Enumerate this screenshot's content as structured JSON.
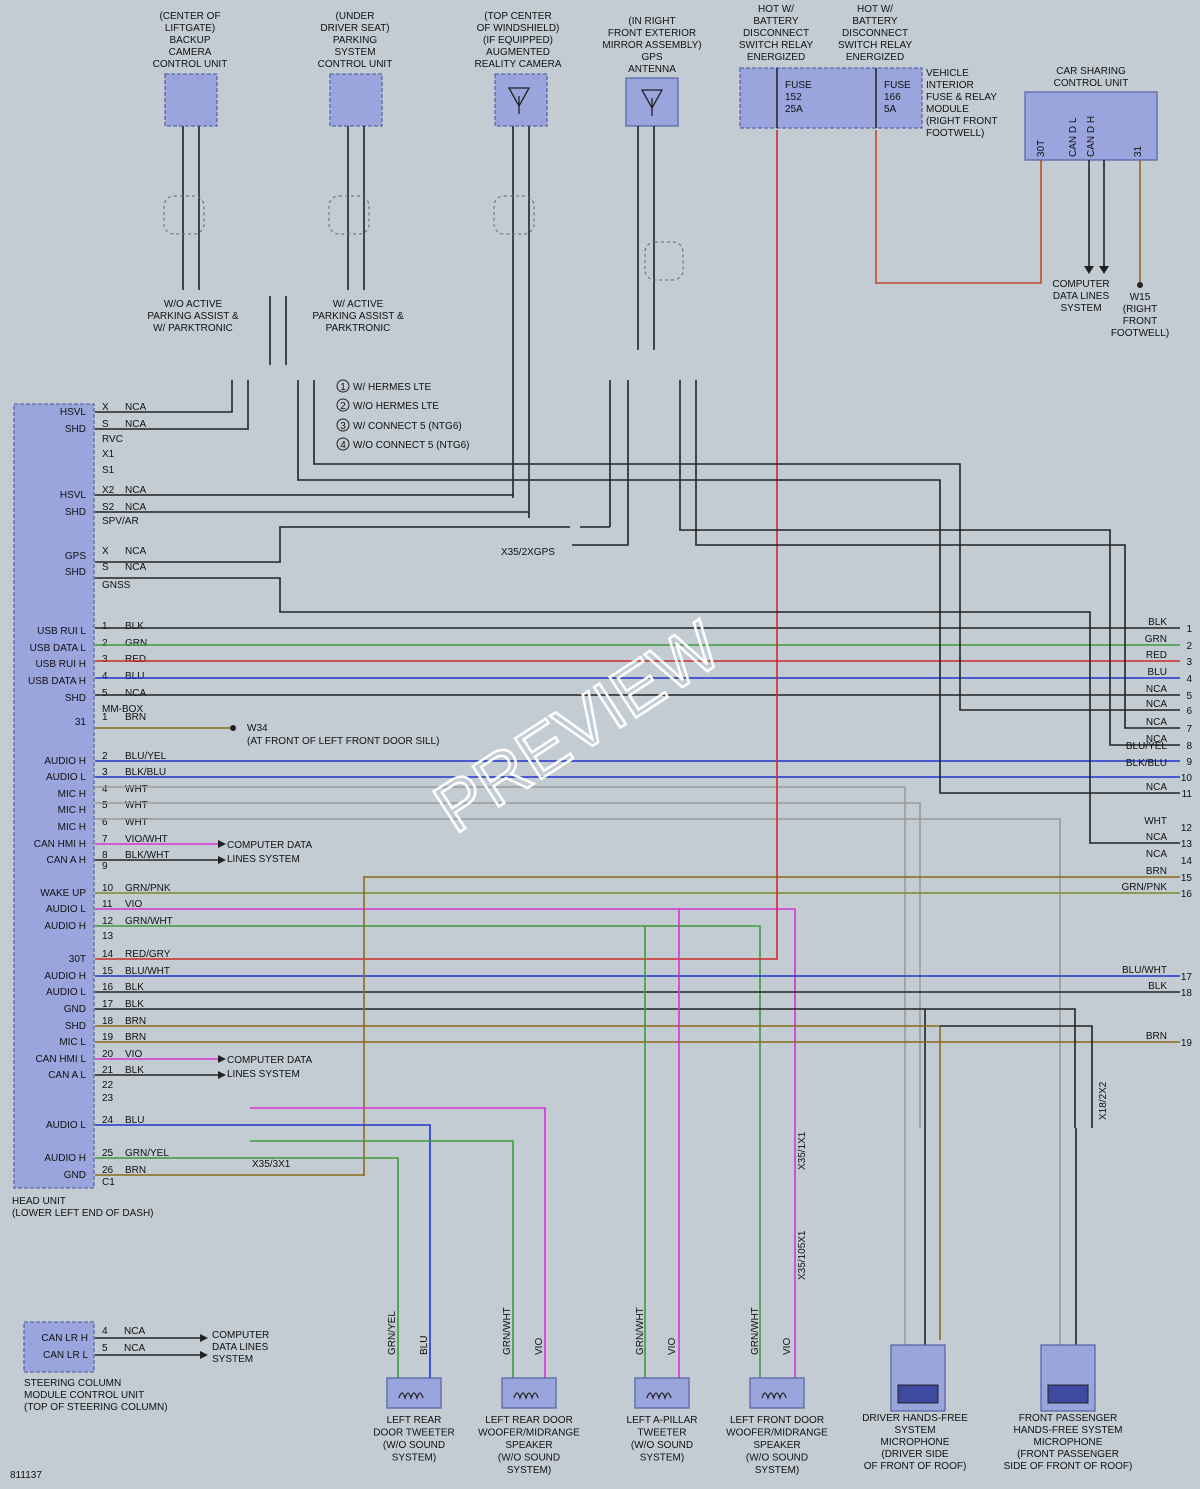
{
  "diagram_id": "811137",
  "watermark": "PREVIEW",
  "legend": [
    {
      "num": "1",
      "text": "W/ HERMES LTE"
    },
    {
      "num": "2",
      "text": "W/O HERMES LTE"
    },
    {
      "num": "3",
      "text": "W/ CONNECT 5 (NTG6)"
    },
    {
      "num": "4",
      "text": "W/O CONNECT 5 (NTG6)"
    }
  ],
  "top_components": {
    "backup_camera": [
      "(CENTER OF",
      "LIFTGATE)",
      "BACKUP",
      "CAMERA",
      "CONTROL UNIT"
    ],
    "parking": [
      "(UNDER",
      "DRIVER SEAT)",
      "PARKING",
      "SYSTEM",
      "CONTROL UNIT"
    ],
    "ar_camera": [
      "(TOP CENTER",
      "OF WINDSHIELD)",
      "(IF EQUIPPED)",
      "AUGMENTED",
      "REALITY CAMERA"
    ],
    "gps": [
      "(IN RIGHT",
      "FRONT EXTERIOR",
      "MIRROR ASSEMBLY)",
      "GPS",
      "ANTENNA"
    ],
    "hot1": [
      "HOT W/",
      "BATTERY",
      "DISCONNECT",
      "SWITCH RELAY",
      "ENERGIZED"
    ],
    "hot2": [
      "HOT W/",
      "BATTERY",
      "DISCONNECT",
      "SWITCH RELAY",
      "ENERGIZED"
    ],
    "fuse_module": [
      "VEHICLE",
      "INTERIOR",
      "FUSE & RELAY",
      "MODULE",
      "(RIGHT FRONT",
      "FOOTWELL)"
    ],
    "fuse152": [
      "FUSE",
      "152",
      "25A"
    ],
    "fuse166": [
      "FUSE",
      "166",
      "5A"
    ],
    "car_sharing": [
      "CAR SHARING",
      "CONTROL UNIT"
    ],
    "car_sharing_pins": [
      "30T",
      "CAN D L",
      "CAN D H",
      "31"
    ]
  },
  "parking_note_left": [
    "W/O ACTIVE",
    "PARKING ASSIST &",
    "W/ PARKTRONIC"
  ],
  "parking_note_right": [
    "W/ ACTIVE",
    "PARKING ASSIST &",
    "PARKTRONIC"
  ],
  "computer_data_lines": [
    "COMPUTER",
    "DATA LINES",
    "SYSTEM"
  ],
  "w15": [
    "W15",
    "(RIGHT",
    "FRONT",
    "FOOTWELL)"
  ],
  "w34": [
    "W34",
    "(AT FRONT OF LEFT FRONT DOOR SILL)"
  ],
  "cds_short": [
    "COMPUTER DATA",
    "LINES SYSTEM"
  ],
  "head_unit": [
    "HEAD UNIT",
    "(LOWER LEFT END OF DASH)"
  ],
  "head_unit_rows": [
    {
      "label": "HSVL",
      "pin": "X",
      "wire": "NCA"
    },
    {
      "label": "SHD",
      "pin": "S",
      "wire": "NCA"
    },
    {
      "label": "",
      "pin": "RVC",
      "wire": ""
    },
    {
      "label": "",
      "pin": "X1",
      "wire": ""
    },
    {
      "label": "",
      "pin": "S1",
      "wire": ""
    },
    {
      "label": "HSVL",
      "pin": "X2",
      "wire": "NCA"
    },
    {
      "label": "SHD",
      "pin": "S2",
      "wire": "NCA"
    },
    {
      "label": "",
      "pin": "SPV/AR",
      "wire": ""
    },
    {
      "label": "GPS",
      "pin": "X",
      "wire": "NCA"
    },
    {
      "label": "SHD",
      "pin": "S",
      "wire": "NCA"
    },
    {
      "label": "",
      "pin": "GNSS",
      "wire": ""
    },
    {
      "label": "USB RUI L",
      "pin": "1",
      "wire": "BLK"
    },
    {
      "label": "USB DATA L",
      "pin": "2",
      "wire": "GRN"
    },
    {
      "label": "USB RUI H",
      "pin": "3",
      "wire": "RED"
    },
    {
      "label": "USB DATA H",
      "pin": "4",
      "wire": "BLU"
    },
    {
      "label": "SHD",
      "pin": "5",
      "wire": "NCA"
    },
    {
      "label": "",
      "pin": "MM-BOX",
      "wire": ""
    },
    {
      "label": "31",
      "pin": "1",
      "wire": "BRN"
    },
    {
      "label": "AUDIO H",
      "pin": "2",
      "wire": "BLU/YEL"
    },
    {
      "label": "AUDIO L",
      "pin": "3",
      "wire": "BLK/BLU"
    },
    {
      "label": "MIC H",
      "pin": "4",
      "wire": "WHT"
    },
    {
      "label": "MIC H",
      "pin": "5",
      "wire": "WHT"
    },
    {
      "label": "MIC H",
      "pin": "6",
      "wire": "WHT"
    },
    {
      "label": "CAN HMI H",
      "pin": "7",
      "wire": "VIO/WHT"
    },
    {
      "label": "CAN A H",
      "pin": "8",
      "wire": "BLK/WHT"
    },
    {
      "label": "",
      "pin": "9",
      "wire": ""
    },
    {
      "label": "WAKE UP",
      "pin": "10",
      "wire": "GRN/PNK"
    },
    {
      "label": "AUDIO L",
      "pin": "11",
      "wire": "VIO"
    },
    {
      "label": "AUDIO H",
      "pin": "12",
      "wire": "GRN/WHT"
    },
    {
      "label": "",
      "pin": "13",
      "wire": ""
    },
    {
      "label": "30T",
      "pin": "14",
      "wire": "RED/GRY"
    },
    {
      "label": "AUDIO H",
      "pin": "15",
      "wire": "BLU/WHT"
    },
    {
      "label": "AUDIO L",
      "pin": "16",
      "wire": "BLK"
    },
    {
      "label": "GND",
      "pin": "17",
      "wire": "BLK"
    },
    {
      "label": "SHD",
      "pin": "18",
      "wire": "BRN"
    },
    {
      "label": "MIC L",
      "pin": "19",
      "wire": "BRN"
    },
    {
      "label": "CAN HMI L",
      "pin": "20",
      "wire": "VIO"
    },
    {
      "label": "CAN A L",
      "pin": "21",
      "wire": "BLK"
    },
    {
      "label": "",
      "pin": "22",
      "wire": ""
    },
    {
      "label": "",
      "pin": "23",
      "wire": ""
    },
    {
      "label": "AUDIO L",
      "pin": "24",
      "wire": "BLU"
    },
    {
      "label": "",
      "pin": "",
      "wire": ""
    },
    {
      "label": "AUDIO H",
      "pin": "25",
      "wire": "GRN/YEL"
    },
    {
      "label": "GND",
      "pin": "26",
      "wire": "BRN"
    },
    {
      "label": "",
      "pin": "C1",
      "wire": ""
    }
  ],
  "right_edge": [
    {
      "num": "1",
      "wire": "BLK"
    },
    {
      "num": "2",
      "wire": "GRN"
    },
    {
      "num": "3",
      "wire": "RED"
    },
    {
      "num": "4",
      "wire": "BLU"
    },
    {
      "num": "5",
      "wire": "NCA"
    },
    {
      "num": "6",
      "wire": "NCA"
    },
    {
      "num": "7",
      "wire": "NCA"
    },
    {
      "num": "8",
      "wire": "NCA"
    },
    {
      "num": "",
      "wire": "BLU/YEL"
    },
    {
      "num": "9",
      "wire": ""
    },
    {
      "num": "",
      "wire": "BLK/BLU"
    },
    {
      "num": "10",
      "wire": ""
    },
    {
      "num": "11",
      "wire": "NCA"
    },
    {
      "num": "12",
      "wire": "WHT"
    },
    {
      "num": "13",
      "wire": "NCA"
    },
    {
      "num": "14",
      "wire": "NCA"
    },
    {
      "num": "15",
      "wire": "BRN"
    },
    {
      "num": "16",
      "wire": "GRN/PNK"
    },
    {
      "num": "17",
      "wire": "BLU/WHT"
    },
    {
      "num": "18",
      "wire": "BLK"
    },
    {
      "num": "19",
      "wire": "BRN"
    }
  ],
  "steering": {
    "rows": [
      {
        "label": "CAN LR H",
        "pin": "4",
        "wire": "NCA"
      },
      {
        "label": "CAN LR L",
        "pin": "5",
        "wire": "NCA"
      }
    ],
    "name": [
      "STEERING COLUMN",
      "MODULE CONTROL UNIT",
      "(TOP OF STEERING COLUMN)"
    ]
  },
  "x35_gps": "X35/2XGPS",
  "x35_3x1": "X35/3X1",
  "x35_1x1": "X35/1X1",
  "x35_105x1": "X35/105X1",
  "x18": "X18/2X2",
  "speakers": [
    {
      "name": [
        "LEFT REAR",
        "DOOR TWEETER",
        "(W/O SOUND",
        "SYSTEM)"
      ],
      "w1": "GRN/YEL",
      "w2": "BLU"
    },
    {
      "name": [
        "LEFT REAR DOOR",
        "WOOFER/MIDRANGE",
        "SPEAKER",
        "(W/O SOUND",
        "SYSTEM)"
      ],
      "w1": "GRN/WHT",
      "w2": "VIO"
    },
    {
      "name": [
        "LEFT A-PILLAR",
        "TWEETER",
        "(W/O SOUND",
        "SYSTEM)"
      ],
      "w1": "GRN/WHT",
      "w2": "VIO"
    },
    {
      "name": [
        "LEFT FRONT DOOR",
        "WOOFER/MIDRANGE",
        "SPEAKER",
        "(W/O SOUND",
        "SYSTEM)"
      ],
      "w1": "GRN/WHT",
      "w2": "VIO"
    }
  ],
  "mics": [
    {
      "name": [
        "DRIVER HANDS-FREE",
        "SYSTEM",
        "MICROPHONE",
        "(DRIVER SIDE",
        "OF FRONT OF ROOF)"
      ]
    },
    {
      "name": [
        "FRONT PASSENGER",
        "HANDS-FREE SYSTEM",
        "MICROPHONE",
        "(FRONT PASSENGER",
        "SIDE OF FRONT OF ROOF)"
      ]
    }
  ],
  "colors": {
    "component_fill": "#9aa4dd",
    "background": "#c3ccd3",
    "green": "#3d9a3d",
    "red": "#cf2b2b",
    "blue": "#2233cc",
    "magenta": "#d633d6",
    "brown": "#8a6a1a",
    "gray": "#9a9a9a",
    "black": "#222222",
    "redbrown": "#c24a2a",
    "olive": "#7a8a2a"
  }
}
